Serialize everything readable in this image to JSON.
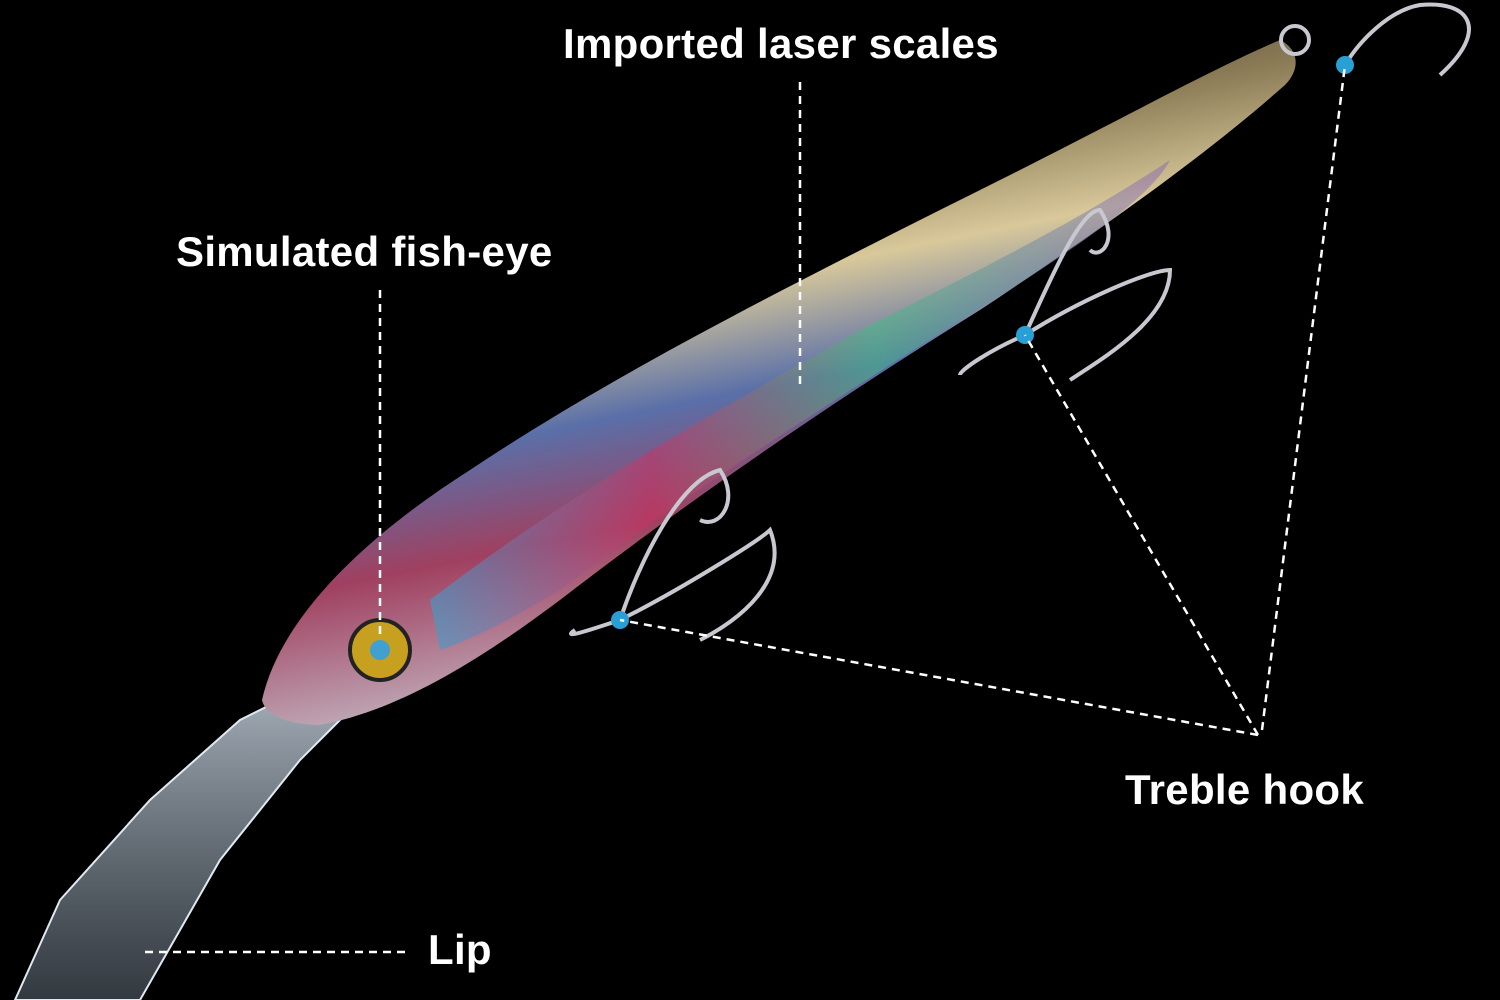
{
  "annotations": {
    "laser_scales": "Imported laser scales",
    "fish_eye": "Simulated fish-eye",
    "lip": "Lip",
    "treble_hook": "Treble hook"
  },
  "colors": {
    "background": "#000000",
    "label": "#ffffff",
    "hook_bead": "#2a9fd6"
  }
}
